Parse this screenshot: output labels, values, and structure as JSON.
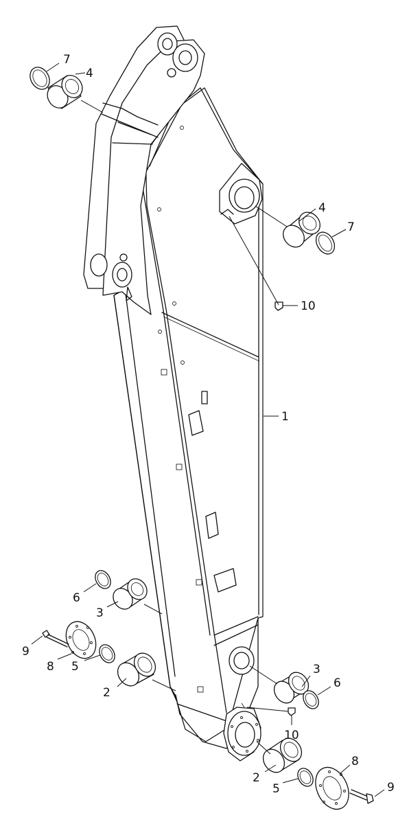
{
  "diagram": {
    "callouts": [
      {
        "id": "c1",
        "text": "1"
      },
      {
        "id": "c2a",
        "text": "2"
      },
      {
        "id": "c2b",
        "text": "2"
      },
      {
        "id": "c3a",
        "text": "3"
      },
      {
        "id": "c3b",
        "text": "3"
      },
      {
        "id": "c4a",
        "text": "4"
      },
      {
        "id": "c4b",
        "text": "4"
      },
      {
        "id": "c5a",
        "text": "5"
      },
      {
        "id": "c5b",
        "text": "5"
      },
      {
        "id": "c6a",
        "text": "6"
      },
      {
        "id": "c6b",
        "text": "6"
      },
      {
        "id": "c7a",
        "text": "7"
      },
      {
        "id": "c7b",
        "text": "7"
      },
      {
        "id": "c8a",
        "text": "8"
      },
      {
        "id": "c8b",
        "text": "8"
      },
      {
        "id": "c9a",
        "text": "9"
      },
      {
        "id": "c9b",
        "text": "9"
      },
      {
        "id": "c10a",
        "text": "10"
      },
      {
        "id": "c10b",
        "text": "10"
      }
    ]
  }
}
